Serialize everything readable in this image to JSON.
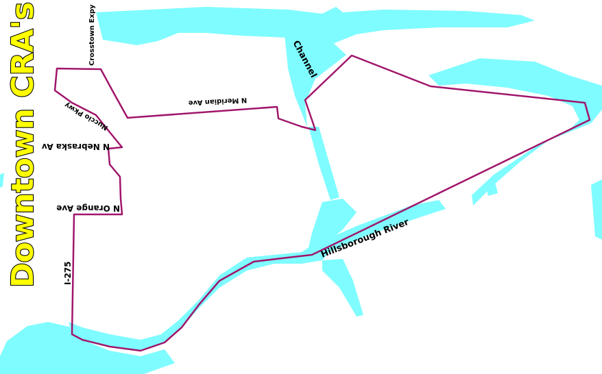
{
  "map": {
    "title": "Downtown CRA's",
    "labels": {
      "crosstown": "Crosstown Expy",
      "nuccio": "Nuccio Pkwy",
      "meridian": "N Meridian Ave",
      "nebraska": "N Nebraska Av",
      "orange": "N Orange Ave",
      "i275": "I-275",
      "channel": "Channel",
      "river": "Hillsborough River"
    },
    "colors": {
      "water": "#7ffcff",
      "boundary": "#a0156b",
      "title_fill": "#ffff00",
      "title_stroke": "#000000"
    }
  }
}
